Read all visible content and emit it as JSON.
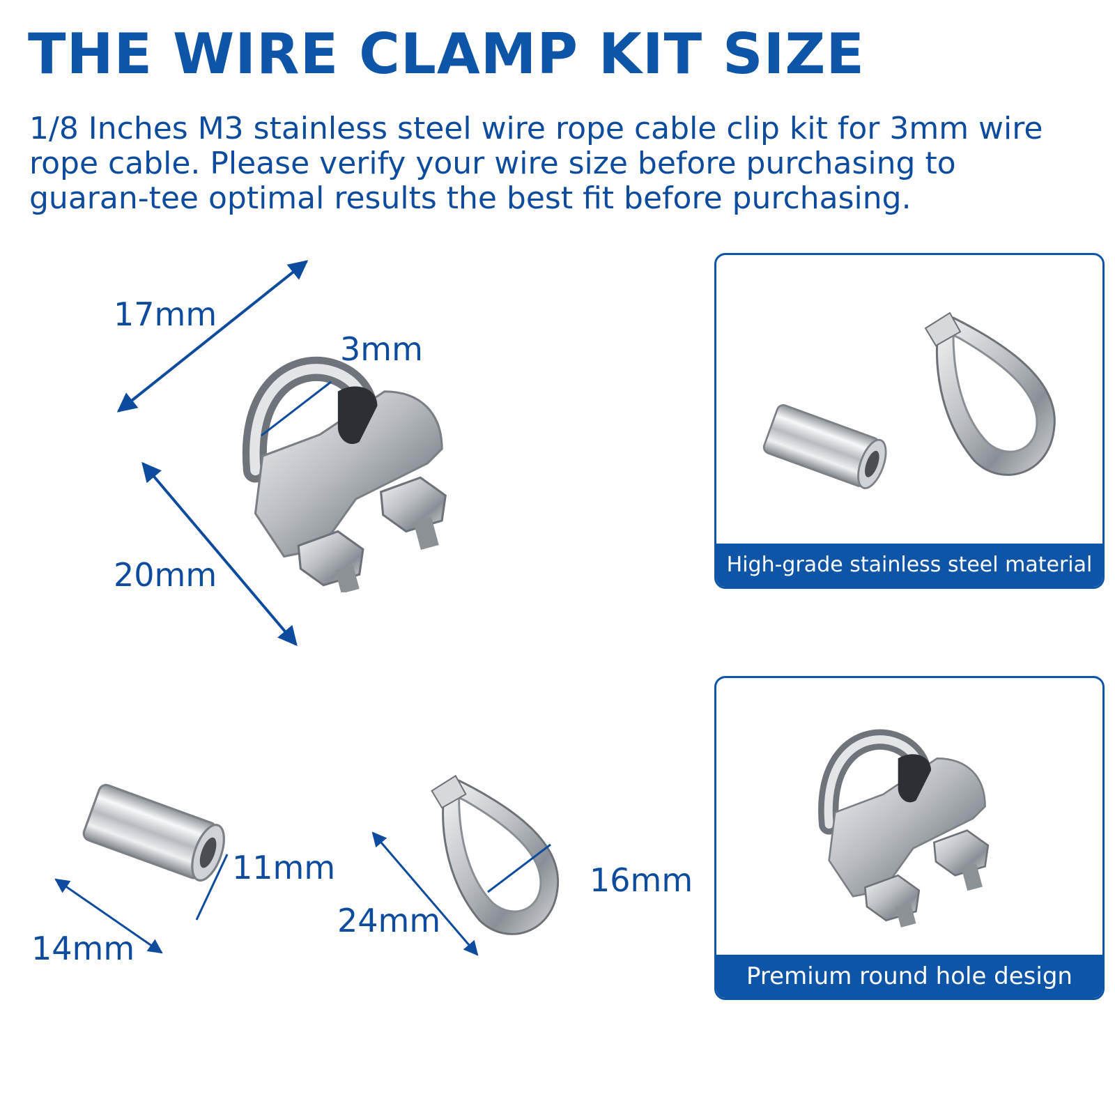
{
  "title": "THE WIRE CLAMP KIT SIZE",
  "description": "1/8 Inches M3 stainless steel wire rope cable clip kit for 3mm wire rope cable. Please verify your wire size before purchasing to guaran-tee optimal results the best fit before purchasing.",
  "dimensions": {
    "clip_length": "17mm",
    "clip_wire": "3mm",
    "clip_height": "20mm",
    "sleeve_diameter": "11mm",
    "sleeve_length": "14mm",
    "thimble_length": "24mm",
    "thimble_width": "16mm"
  },
  "panels": [
    {
      "caption": "High-grade stainless steel material"
    },
    {
      "caption": "Premium round hole design"
    }
  ],
  "colors": {
    "brand_blue": "#0e55a8",
    "text_blue": "#0d4b9e",
    "steel": "#c9ccd0"
  },
  "icons": [
    "wire-rope-clip-icon",
    "aluminum-sleeve-icon",
    "thimble-icon",
    "dimension-arrow-icon"
  ]
}
